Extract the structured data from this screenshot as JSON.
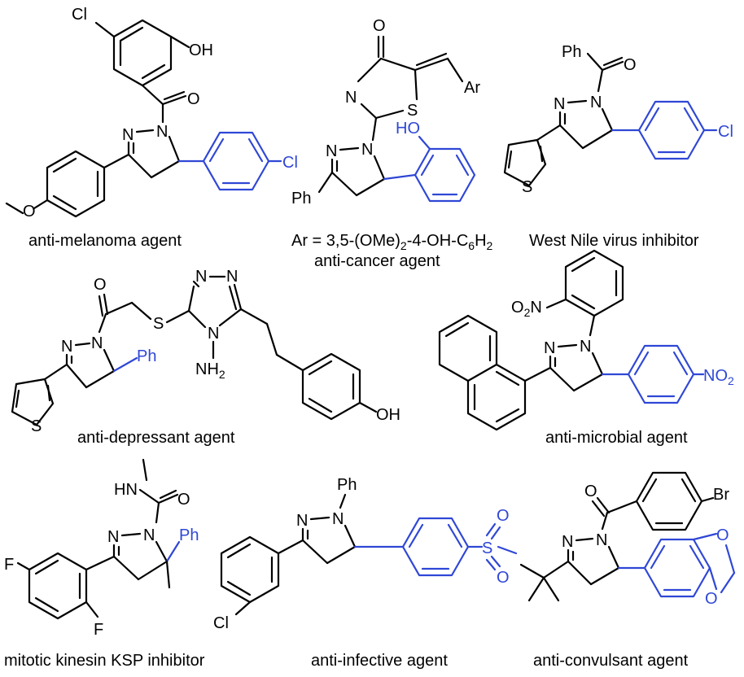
{
  "captions": {
    "c1": "anti-melanoma agent",
    "c2_formula": "Ar = 3,5-(OMe)2-4-OH-C6H2",
    "c2": "anti-cancer agent",
    "c3": "West Nile virus inhibitor",
    "c4": "anti-depressant agent",
    "c5": "anti-microbial agent",
    "c6": "mitotic kinesin KSP inhibitor",
    "c7": "anti-infective agent",
    "c8": "anti-convulsant agent"
  },
  "atoms": {
    "Cl": "Cl",
    "OH": "OH",
    "O": "O",
    "N": "N",
    "S": "S",
    "Ph": "Ph",
    "Ar": "Ar",
    "HO": "HO",
    "HN": "HN",
    "NH": "NH",
    "two": "2",
    "O2N_O": "O",
    "NO_N": "NO",
    "F": "F",
    "Br": "Br"
  },
  "colors": {
    "highlight": "#2f47d6",
    "ink": "#000000"
  }
}
